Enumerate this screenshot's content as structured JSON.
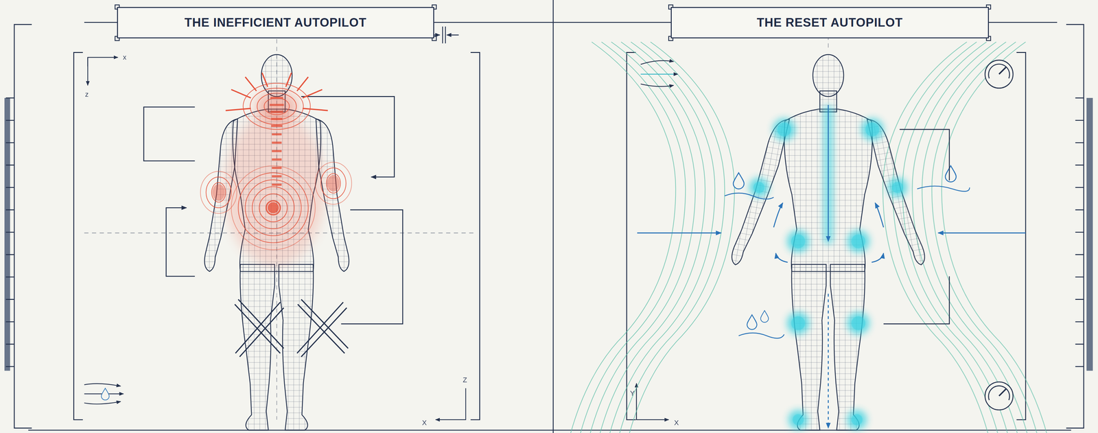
{
  "diagram": {
    "nodes": [
      {
        "text": [
          "THE INEFFICIENT AUTOPILOT"
        ]
      },
      {
        "text": [
          "THE RESET AUTOPILOT"
        ]
      }
    ],
    "labels": [
      "x",
      "z",
      "Z",
      "X",
      "Y",
      "X"
    ]
  }
}
